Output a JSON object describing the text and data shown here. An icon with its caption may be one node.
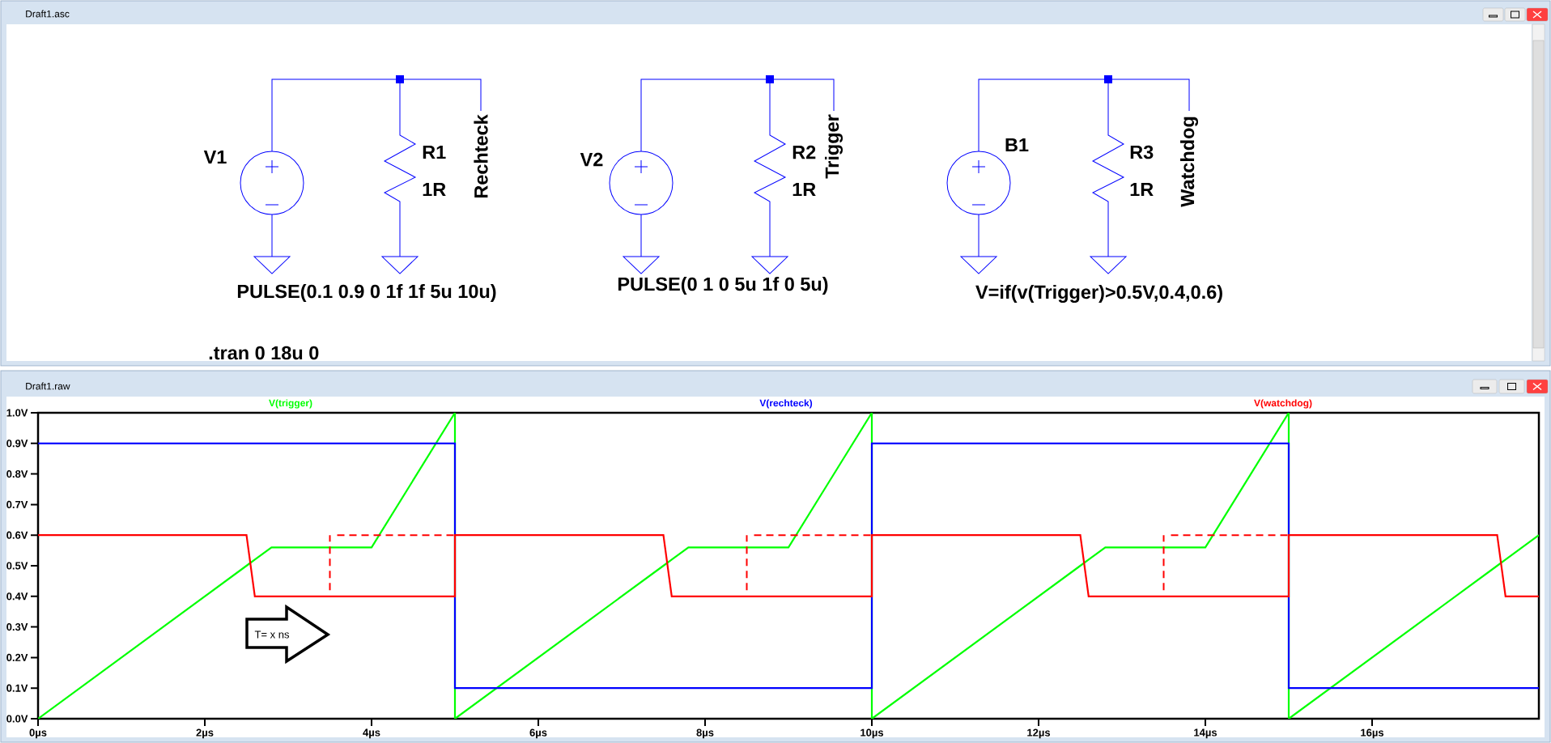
{
  "diagram": {
    "nodes": [
      {
        "text": [
          "T= x ns"
        ]
      }
    ],
    "labels": [
      "Draft1.asc",
      "V1",
      "R1",
      "1R",
      "Rechteck",
      "V2",
      "R2",
      "1R",
      "Trigger",
      "B1",
      "R3",
      "1R",
      "Watchdog",
      "PULSE(0.1 0.9 0 1f 1f 5u 10u)",
      "PULSE(0 1 0 5u 1f 0 5u)",
      "V=if(v(Trigger)>0.5V,0.4,0.6)",
      ".tran 0 18u 0",
      "Draft1.raw"
    ],
    "chart_data": {
      "type": "line",
      "x": [
        0,
        2.5,
        2.6,
        2.8,
        3.5,
        3.5,
        4.0,
        5,
        5,
        7.5,
        7.6,
        7.8,
        8.5,
        8.5,
        9.0,
        10,
        10,
        12.5,
        12.6,
        12.8,
        13.5,
        13.5,
        14.0,
        15,
        15,
        17.5,
        17.6,
        18
      ],
      "series": [
        {
          "name": "V(trigger)",
          "color": "#00ff00",
          "values": [
            0,
            0.5,
            0.52,
            0.56,
            0.56,
            0.56,
            0.56,
            1.0,
            0,
            0.5,
            0.52,
            0.56,
            0.56,
            0.56,
            0.56,
            1.0,
            0,
            0.5,
            0.52,
            0.56,
            0.56,
            0.56,
            0.56,
            1.0,
            0,
            0.5,
            0.52,
            0.6
          ]
        },
        {
          "name": "V(rechteck)",
          "color": "#0000ff",
          "values": [
            0.9,
            0.9,
            0.9,
            0.9,
            0.9,
            0.9,
            0.9,
            0.9,
            0.1,
            0.1,
            0.1,
            0.1,
            0.1,
            0.1,
            0.1,
            0.1,
            0.9,
            0.9,
            0.9,
            0.9,
            0.9,
            0.9,
            0.9,
            0.9,
            0.1,
            0.1,
            0.1,
            0.1
          ]
        },
        {
          "name": "V(watchdog)",
          "color": "#ff0000",
          "values": [
            0.6,
            0.6,
            0.4,
            0.4,
            0.4,
            0.4,
            0.4,
            0.4,
            0.6,
            0.6,
            0.4,
            0.4,
            0.4,
            0.4,
            0.4,
            0.4,
            0.6,
            0.6,
            0.4,
            0.4,
            0.4,
            0.4,
            0.4,
            0.4,
            0.6,
            0.6,
            0.4,
            0.4
          ]
        }
      ],
      "xlim": [
        0,
        18
      ],
      "ylim": [
        0,
        1
      ],
      "xticks": [
        {
          "value": 0,
          "label": "0µs"
        },
        {
          "value": 2,
          "label": "2µs"
        },
        {
          "value": 4,
          "label": "4µs"
        },
        {
          "value": 6,
          "label": "6µs"
        },
        {
          "value": 8,
          "label": "8µs"
        },
        {
          "value": 10,
          "label": "10µs"
        },
        {
          "value": 12,
          "label": "12µs"
        },
        {
          "value": 14,
          "label": "14µs"
        },
        {
          "value": 16,
          "label": "16µs"
        }
      ],
      "yticks": [
        {
          "value": 0,
          "label": "0.0V"
        },
        {
          "value": 0.1,
          "label": "0.1V"
        },
        {
          "value": 0.2,
          "label": "0.2V"
        },
        {
          "value": 0.3,
          "label": "0.3V"
        },
        {
          "value": 0.4,
          "label": "0.4V"
        },
        {
          "value": 0.5,
          "label": "0.5V"
        },
        {
          "value": 0.6,
          "label": "0.6V"
        },
        {
          "value": 0.7,
          "label": "0.7V"
        },
        {
          "value": 0.8,
          "label": "0.8V"
        },
        {
          "value": 0.9,
          "label": "0.9V"
        },
        {
          "value": 1.0,
          "label": "1.0V"
        }
      ]
    }
  }
}
